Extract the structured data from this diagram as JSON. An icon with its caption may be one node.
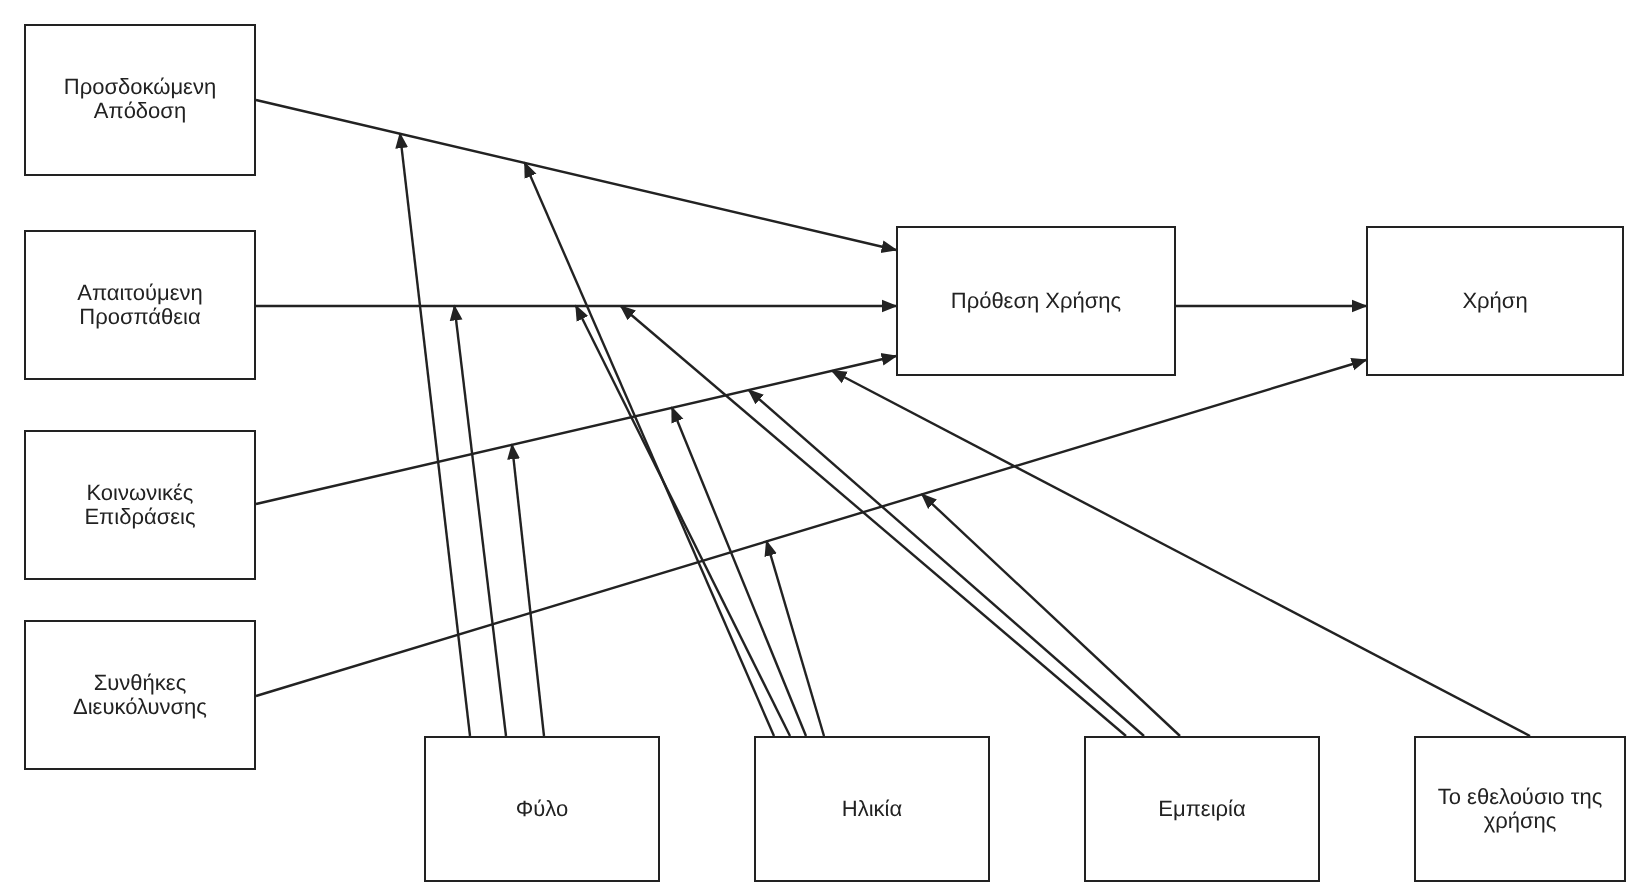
{
  "diagram": {
    "nodes": [
      {
        "text": [
          "Προσδοκώμενη Απόδοση"
        ]
      },
      {
        "text": [
          "Απαιτούμενη Προσπάθεια"
        ]
      },
      {
        "text": [
          "Κοινωνικές Επιδράσεις"
        ]
      },
      {
        "text": [
          "Συνθήκες Διευκόλυνσης"
        ]
      },
      {
        "text": [
          "Πρόθεση Χρήσης"
        ]
      },
      {
        "text": [
          "Χρήση"
        ]
      },
      {
        "text": [
          "Φύλο"
        ]
      },
      {
        "text": [
          "Ηλικία"
        ]
      },
      {
        "text": [
          "Εμπειρία"
        ]
      },
      {
        "text": [
          "Το εθελούσιο της χρήσης"
        ]
      }
    ],
    "edges": [
      {
        "from": 0,
        "to": 4,
        "arrow": "to"
      },
      {
        "from": 1,
        "to": 4,
        "arrow": "to"
      },
      {
        "from": 2,
        "to": 4,
        "arrow": "to"
      },
      {
        "from": 3,
        "to": 5,
        "arrow": "to"
      },
      {
        "from": 4,
        "to": 5,
        "arrow": "to"
      },
      {
        "from": 6,
        "to": null,
        "arrow": "to"
      },
      {
        "from": 6,
        "to": null,
        "arrow": "to"
      },
      {
        "from": 6,
        "to": null,
        "arrow": "to"
      },
      {
        "from": 7,
        "to": null,
        "arrow": "to"
      },
      {
        "from": 7,
        "to": null,
        "arrow": "to"
      },
      {
        "from": 7,
        "to": null,
        "arrow": "to"
      },
      {
        "from": 7,
        "to": null,
        "arrow": "to"
      },
      {
        "from": 8,
        "to": null,
        "arrow": "to"
      },
      {
        "from": 8,
        "to": null,
        "arrow": "to"
      },
      {
        "from": 8,
        "to": null,
        "arrow": "to"
      },
      {
        "from": 9,
        "to": null,
        "arrow": "to"
      }
    ]
  }
}
